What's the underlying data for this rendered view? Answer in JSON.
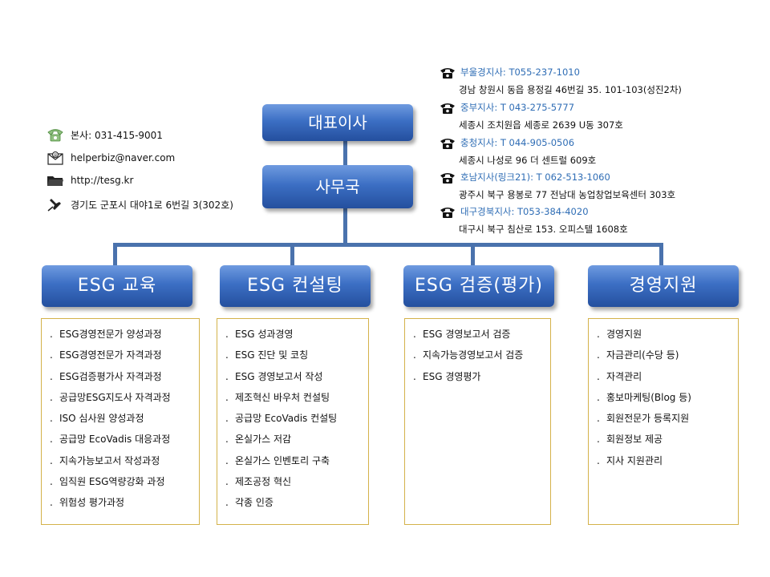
{
  "org": {
    "ceo": "대표이사",
    "secretariat": "사무국"
  },
  "head_office": {
    "phone": "본사:  031-415-9001",
    "email": "helperbiz@naver.com",
    "website": "http://tesg.kr",
    "address": "경기도  군포시  대야1로  6번길  3(302호)",
    "icons": [
      "phone-icon",
      "envelope-icon",
      "folder-icon",
      "pin-icon"
    ]
  },
  "branches": [
    {
      "name": "부울경지사:",
      "phone": "T055-237-1010",
      "address": "경남  창원시  동읍  용정길  46번길  35.  101-103(성진2차)"
    },
    {
      "name": "중부지사:",
      "phone": "T  043-275-5777",
      "address": "세종시  조치원읍  세종로  2639  U동  307호"
    },
    {
      "name": "충청지사:",
      "phone": "T  044-905-0506",
      "address": "세종시  나성로  96  더  센트럴  609호"
    },
    {
      "name": "호남지사(링크21):",
      "phone": "T  062-513-1060",
      "address": "광주시  북구  용봉로  77  전남대  농업창업보육센터  303호"
    },
    {
      "name": "대구경북지사:",
      "phone": "T053-384-4020",
      "address": "대구시  북구  침산로  153.  오피스텔  1608호"
    }
  ],
  "departments": [
    {
      "title": "ESG  교육",
      "items": [
        "ESG경영전문가  양성과정",
        "ESG경영전문가  자격과정",
        "ESG검증평가사  자격과정",
        "공급망ESG지도사  자격과정",
        "ISO  심사원  양성과정",
        "공급망  EcoVadis  대응과정",
        "지속가능보고서  작성과정",
        "임직원  ESG역량강화  과정",
        "위험성  평가과정"
      ]
    },
    {
      "title": "ESG  컨설팅",
      "items": [
        "ESG  성과경영",
        "ESG  진단  및  코칭",
        "ESG  경영보고서  작성",
        "제조혁신  바우처  컨설팅",
        "공급망  EcoVadis  컨설팅",
        "온실가스  저감",
        "온실가스  인벤토리  구축",
        "제조공정  혁신",
        "각종  인증"
      ]
    },
    {
      "title": "ESG  검증(평가)",
      "items": [
        "ESG  경영보고서  검증",
        "지속가능경영보고서  검증",
        "ESG  경영평가"
      ]
    },
    {
      "title": "경영지원",
      "items": [
        "경영지원",
        "자금관리(수당  등)",
        "자격관리",
        "홍보마케팅(Blog  등)",
        "회원전문가  등록지원",
        "회원정보  제공",
        "지사  지원관리"
      ]
    }
  ],
  "bullet": ".",
  "colors": {
    "node_blue": "#3c6fc4",
    "connector": "#4a72ad",
    "box_border": "#d4b24a",
    "branch_name": "#2f6db5"
  }
}
